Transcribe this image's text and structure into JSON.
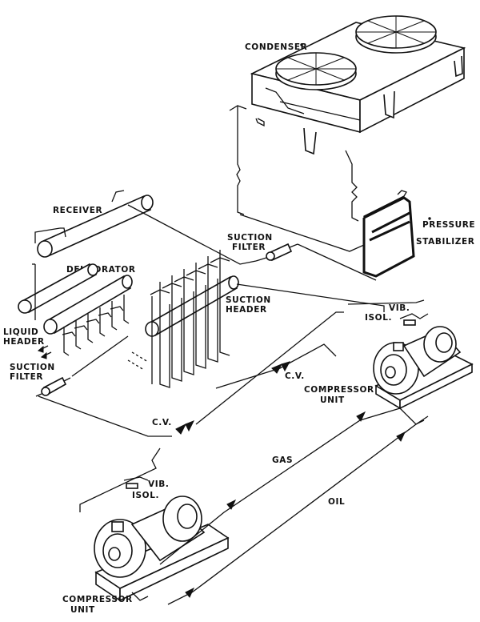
{
  "labels": {
    "condenser": "CONDENSER",
    "receiver": "RECEIVER",
    "dehydrator": "DEHYDRATOR",
    "liquid_header": [
      "LIQUID",
      "HEADER"
    ],
    "suction_filter_left": [
      "SUCTION",
      "FILTER"
    ],
    "suction_filter_center": [
      "SUCTION",
      "FILTER"
    ],
    "suction_header": [
      "SUCTION",
      "HEADER"
    ],
    "pressure_stabilizer": [
      "PRESSURE",
      "STABILIZER"
    ],
    "vib_isol_right": [
      "VIB.",
      "ISOL."
    ],
    "vib_isol_left": [
      "VIB.",
      "ISOL."
    ],
    "cv_right": "C.V.",
    "cv_left": "C.V.",
    "compressor_unit_right": [
      "COMPRESSOR",
      "UNIT"
    ],
    "compressor_unit_left": [
      "COMPRESSOR",
      "UNIT"
    ],
    "gas": "GAS",
    "oil": "OIL"
  }
}
